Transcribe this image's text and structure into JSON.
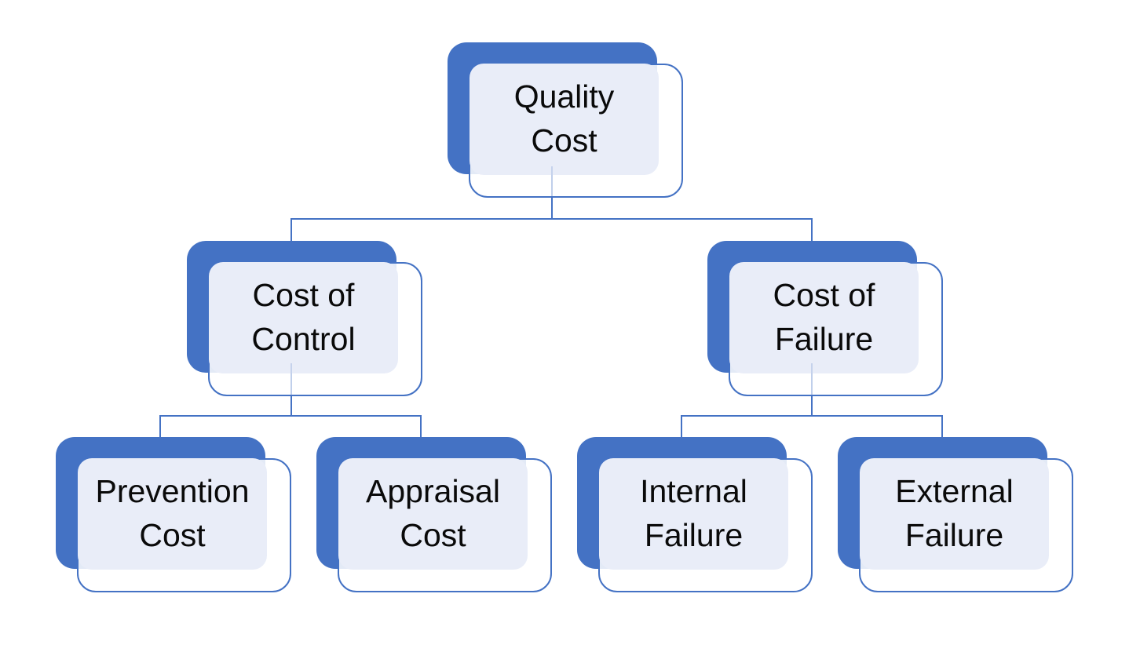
{
  "colors": {
    "accent_blue": "#4472C4",
    "node_face_fill": "#E9EDF8",
    "connector": "#4472C4",
    "text": "#0A0A0A",
    "background": "#FFFFFF"
  },
  "diagram_type": "hierarchy",
  "nodes": [
    {
      "id": "quality-cost",
      "label": "Quality Cost",
      "level": 1,
      "parent": null
    },
    {
      "id": "cost-of-control",
      "label": "Cost of Control",
      "level": 2,
      "parent": "quality-cost"
    },
    {
      "id": "cost-of-failure",
      "label": "Cost of Failure",
      "level": 2,
      "parent": "quality-cost"
    },
    {
      "id": "prevention-cost",
      "label": "Prevention Cost",
      "level": 3,
      "parent": "cost-of-control"
    },
    {
      "id": "appraisal-cost",
      "label": "Appraisal Cost",
      "level": 3,
      "parent": "cost-of-control"
    },
    {
      "id": "internal-failure",
      "label": "Internal Failure",
      "level": 3,
      "parent": "cost-of-failure"
    },
    {
      "id": "external-failure",
      "label": "External Failure",
      "level": 3,
      "parent": "cost-of-failure"
    }
  ]
}
